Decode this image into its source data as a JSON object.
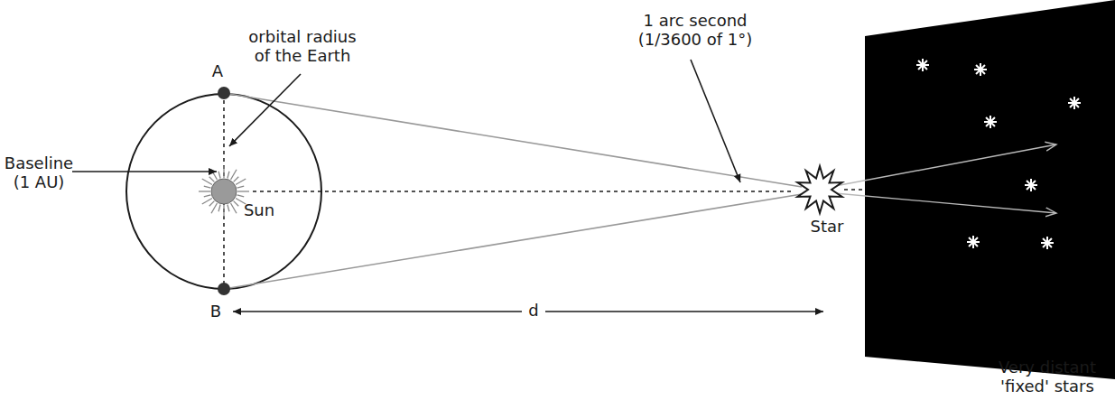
{
  "diagram": {
    "labels": [
      "orbital radius of the Earth",
      "1 arc second (1/3600 of 1°)",
      "Baseline (1 AU)",
      "Sun",
      "A",
      "B",
      "d",
      "Star",
      "Very distant 'fixed' stars"
    ]
  }
}
